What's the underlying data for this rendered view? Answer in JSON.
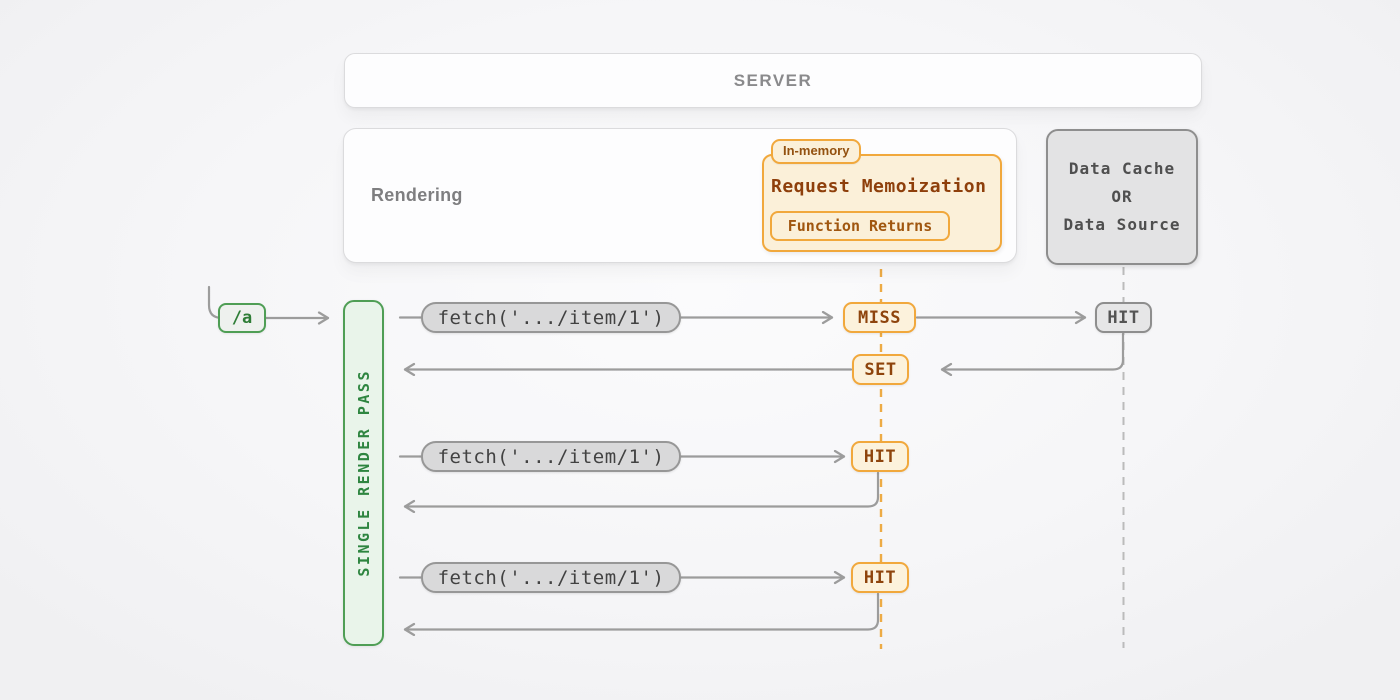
{
  "colors": {
    "accent_orange": "#F1A83C",
    "orange_fill": "#FBF0D9",
    "orange_text": "#8E440C",
    "orange_dash": "#EDAB45",
    "green": "#4F9E55",
    "green_fill": "#E9F4EA",
    "green_text": "#2E8540",
    "gray_wire": "#9C9C9C",
    "gray_dash": "#BBBBBB"
  },
  "server": {
    "label": "SERVER"
  },
  "rendering": {
    "label": "Rendering"
  },
  "memoization": {
    "tag": "In-memory",
    "title": "Request Memoization",
    "inner": "Function Returns"
  },
  "data_cache": {
    "lines": [
      "Data Cache",
      "OR",
      "Data Source"
    ]
  },
  "route": {
    "label": "/a"
  },
  "render_pass": {
    "label": "SINGLE RENDER PASS"
  },
  "rows": [
    {
      "fetch": "fetch('.../item/1')",
      "memo_result": "MISS",
      "cache_result": "HIT",
      "set_label": "SET"
    },
    {
      "fetch": "fetch('.../item/1')",
      "memo_result": "HIT"
    },
    {
      "fetch": "fetch('.../item/1')",
      "memo_result": "HIT"
    }
  ]
}
